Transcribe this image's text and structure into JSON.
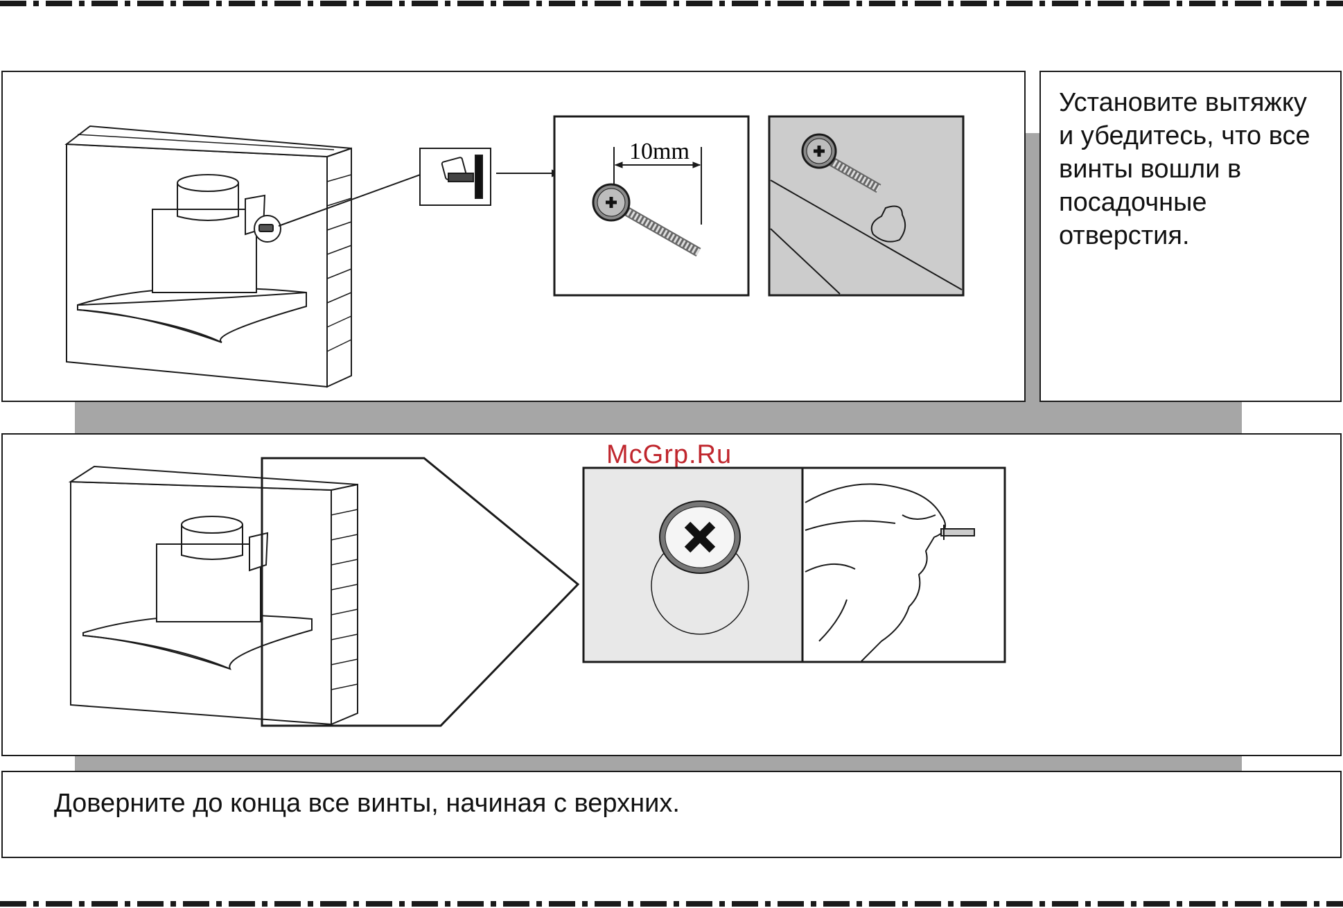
{
  "watermark": "McGrp.Ru",
  "step1": {
    "instruction": "Установите вытяжку\nи убедитесь, что все\nвинты вошли в\nпосадочные\nотверстия.",
    "dimension_label": "10mm"
  },
  "step2": {
    "instruction": "Доверните до конца все винты, начиная с верхних."
  },
  "icons": {
    "screw_callout": "screw-icon",
    "wall_mount": "wall-screw-icon",
    "hand": "hand-screwing-icon"
  },
  "colors": {
    "line": "#1a1a1a",
    "grey_band": "#a6a6a6",
    "panel_grey": "#cccccc",
    "panel_light": "#e8e8e8",
    "watermark": "#c0262d"
  }
}
